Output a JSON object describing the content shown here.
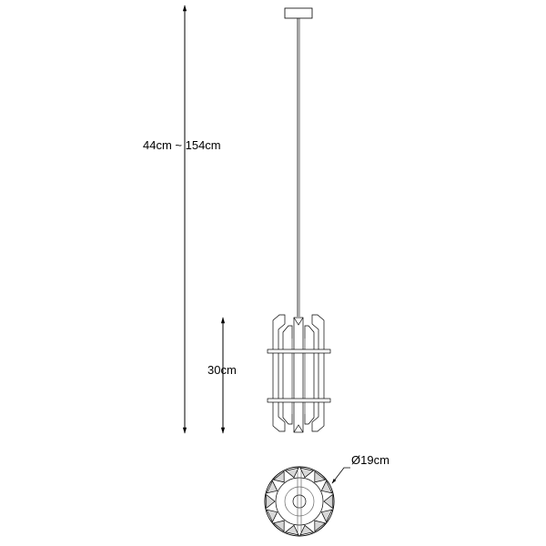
{
  "dimensions": {
    "total_height": "44cm ~ 154cm",
    "shade_height": "30cm",
    "diameter": "Ø19cm"
  },
  "colors": {
    "line": "#000000",
    "fill": "#ffffff",
    "shade": "#cfcfcf"
  }
}
